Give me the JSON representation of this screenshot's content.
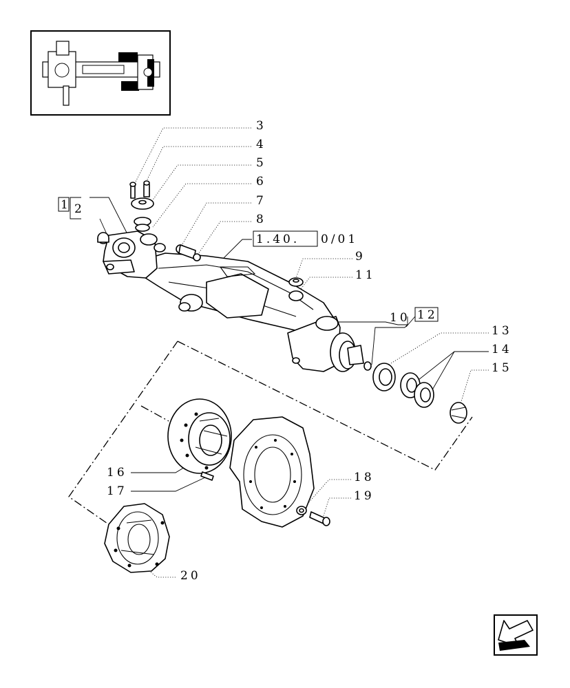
{
  "callouts": {
    "c1": "1",
    "c2": "2",
    "c3": "3",
    "c4": "4",
    "c5": "5",
    "c6": "6",
    "c7": "7",
    "c8": "8",
    "c9": "9",
    "c10": "10",
    "c11": "11",
    "c12": "12",
    "c13": "13",
    "c14": "14",
    "c15": "15",
    "c16": "16",
    "c17": "17",
    "c18": "18",
    "c19": "19",
    "c20": "20",
    "ref_boxed": "1.40.",
    "ref_suffix": "0/01"
  },
  "icons": {
    "thumbnail": "axle-overview-thumbnail",
    "nav": "prev-page-arrow-icon"
  }
}
